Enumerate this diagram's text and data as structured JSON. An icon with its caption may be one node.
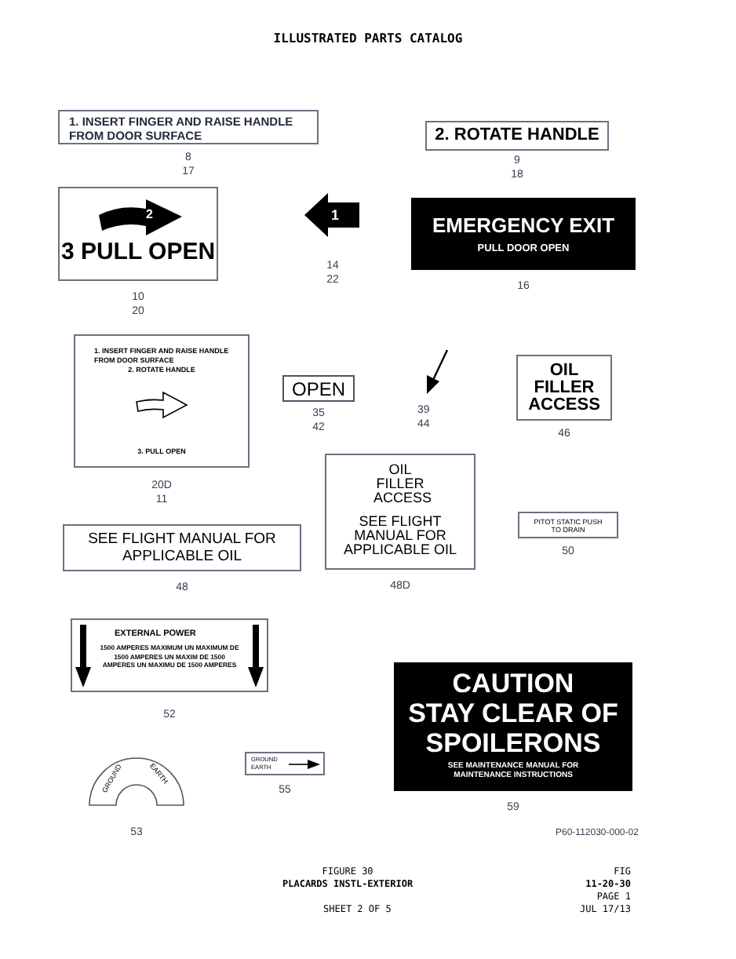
{
  "diagram": {
    "title": "ILLUSTRATED PARTS CATALOG",
    "nodes": [
      {
        "text": [
          "1. INSERT FINGER AND RAISE HANDLE FROM DOOR SURFACE"
        ],
        "beside": [
          "8",
          "17"
        ]
      },
      {
        "text": [
          "2. ROTATE HANDLE"
        ],
        "beside": [
          "9",
          "18"
        ]
      },
      {
        "text": [
          "2",
          "3 PULL OPEN"
        ],
        "beside": [
          "10",
          "20"
        ]
      },
      {
        "text": [
          "1"
        ],
        "beside": [
          "14",
          "22"
        ]
      },
      {
        "text": [
          "EMERGENCY EXIT",
          "PULL DOOR OPEN"
        ],
        "beside": [
          "16"
        ]
      },
      {
        "text": [
          "1. INSERT FINGER AND RAISE HANDLE FROM DOOR SURFACE",
          "2. ROTATE HANDLE",
          "3. PULL OPEN"
        ],
        "beside": [
          "20D",
          "11"
        ]
      },
      {
        "text": [
          "OPEN"
        ],
        "beside": [
          "35",
          "42"
        ]
      },
      {
        "text": [
          "OIL FILLER ACCESS"
        ],
        "beside": [
          "46"
        ]
      },
      {
        "text": [
          "OIL FILLER ACCESS",
          "SEE FLIGHT MANUAL FOR APPLICABLE OIL"
        ],
        "beside": [
          "48D"
        ]
      },
      {
        "text": [
          "SEE FLIGHT MANUAL FOR APPLICABLE OIL"
        ],
        "beside": [
          "48"
        ]
      },
      {
        "text": [
          "PITOT STATIC PUSH TO DRAIN"
        ],
        "beside": [
          "50"
        ]
      },
      {
        "text": [
          "EXTERNAL POWER",
          "1500 AMPERES MAXIMUM UN MAXIMUM DE 1500 AMPERES UN MAXIM DE 1500 AMPERES UN MAXIMU DE 1500 AMPERES"
        ],
        "beside": [
          "52"
        ]
      },
      {
        "text": [
          "GROUND",
          "EARTH"
        ],
        "beside": [
          "53"
        ]
      },
      {
        "text": [
          "GROUND EARTH"
        ],
        "beside": [
          "55"
        ]
      },
      {
        "text": [
          "CAUTION",
          "STAY CLEAR OF SPOILERONS",
          "SEE MAINTENANCE MANUAL FOR MAINTENANCE INSTRUCTIONS"
        ],
        "beside": [
          "59"
        ]
      }
    ],
    "labels": [
      "39",
      "44",
      "P60-112030-000-02",
      "FIGURE 30",
      "PLACARDS INSTL-EXTERIOR",
      "SHEET 2 OF 5",
      "FIG",
      "11-20-30",
      "PAGE 1",
      "JUL 17/13"
    ]
  }
}
